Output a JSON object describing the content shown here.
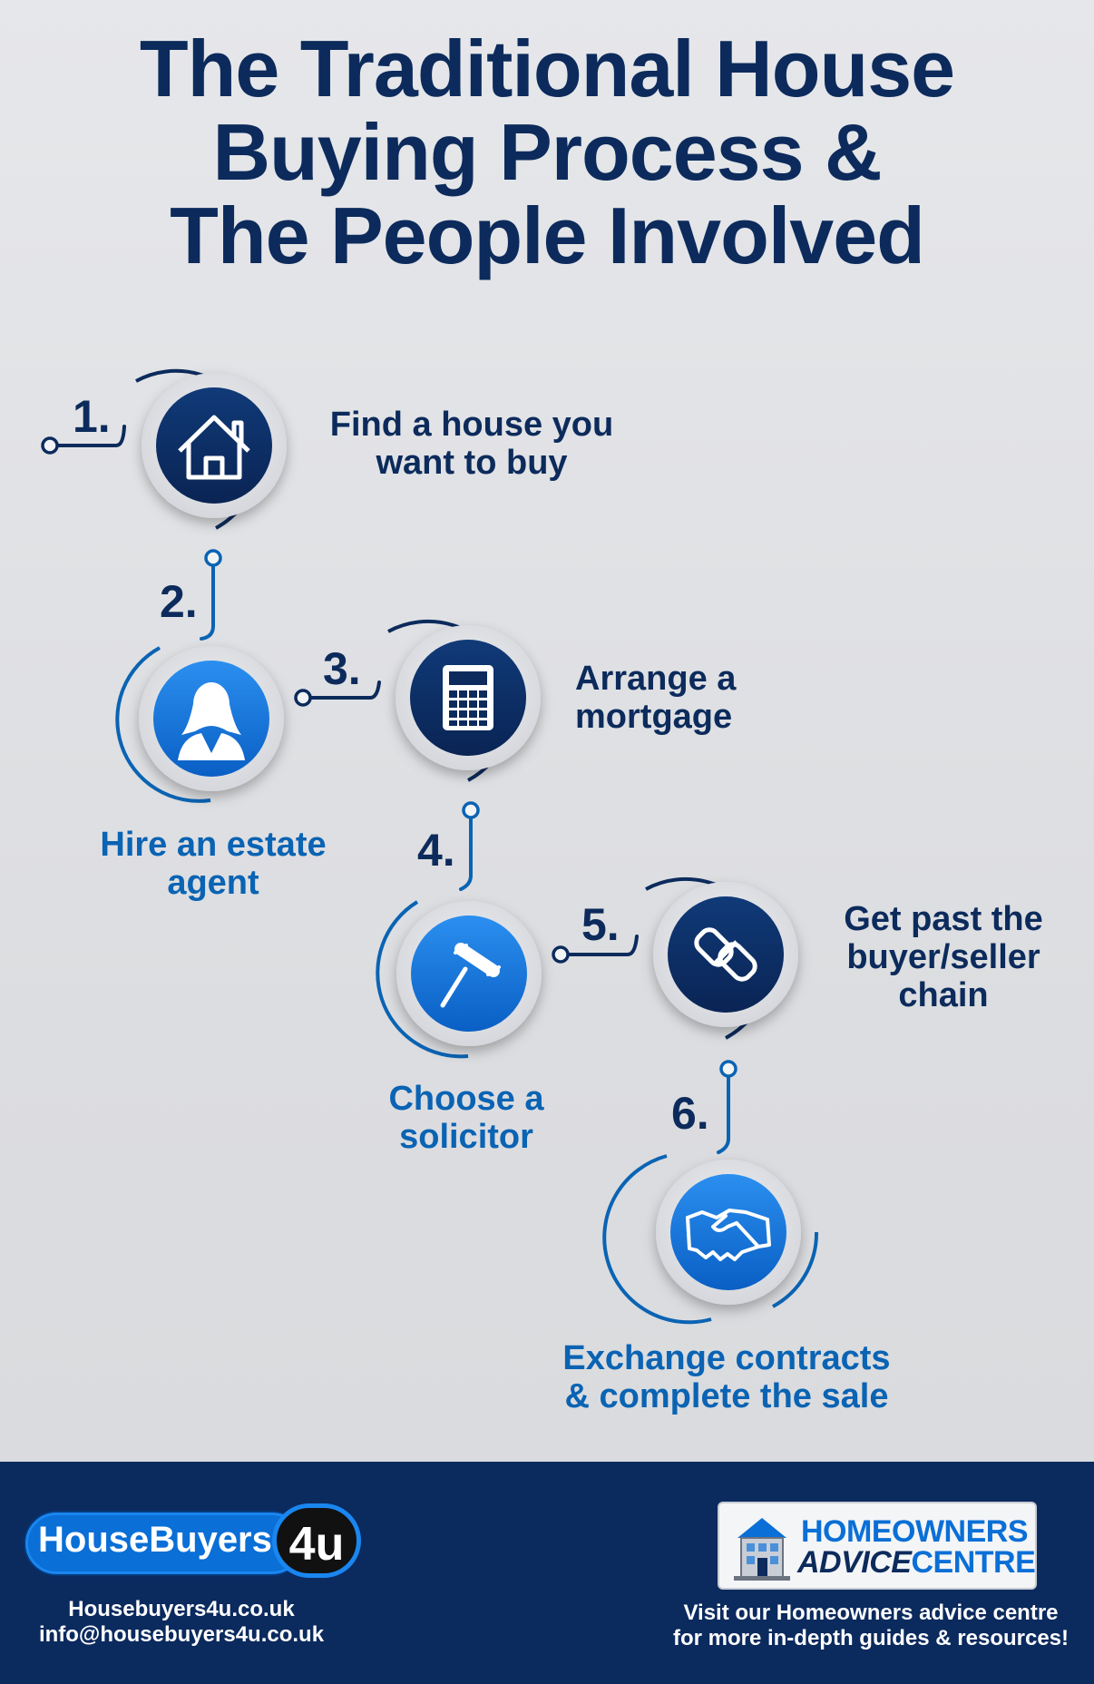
{
  "title": {
    "line1": "The Traditional House",
    "line2": "Buying Process &",
    "line3": "The People Involved"
  },
  "steps": [
    {
      "number": "1.",
      "line1": "Find a house you",
      "line2": "want to buy",
      "icon": "house-icon"
    },
    {
      "number": "2.",
      "line1": "Hire an estate",
      "line2": "agent",
      "icon": "person-icon"
    },
    {
      "number": "3.",
      "line1": "Arrange a",
      "line2": "mortgage",
      "icon": "calculator-icon"
    },
    {
      "number": "4.",
      "line1": "Choose a",
      "line2": "solicitor",
      "icon": "gavel-icon"
    },
    {
      "number": "5.",
      "line1": "Get past the",
      "line2": "buyer/seller",
      "line3": "chain",
      "icon": "chain-link-icon"
    },
    {
      "number": "6.",
      "line1": "Exchange contracts",
      "line2": "& complete the sale",
      "icon": "handshake-icon"
    }
  ],
  "colors": {
    "navy": "#0c2b5c",
    "blue": "#0a63b3",
    "bright_blue": "#1a7fe0",
    "background": "#dcdde0"
  },
  "footer": {
    "housebuyers": {
      "logo_text": "HouseBuyers",
      "logo_badge": "4u",
      "website": "Housebuyers4u.co.uk",
      "email": "info@housebuyers4u.co.uk"
    },
    "advice_centre": {
      "logo_line1": "HOMEOWNERS",
      "logo_line2a": "ADVICE",
      "logo_line2b": "CENTRE",
      "visit_line1": "Visit our Homeowners advice centre",
      "visit_line2": "for more in-depth guides & resources!"
    }
  }
}
